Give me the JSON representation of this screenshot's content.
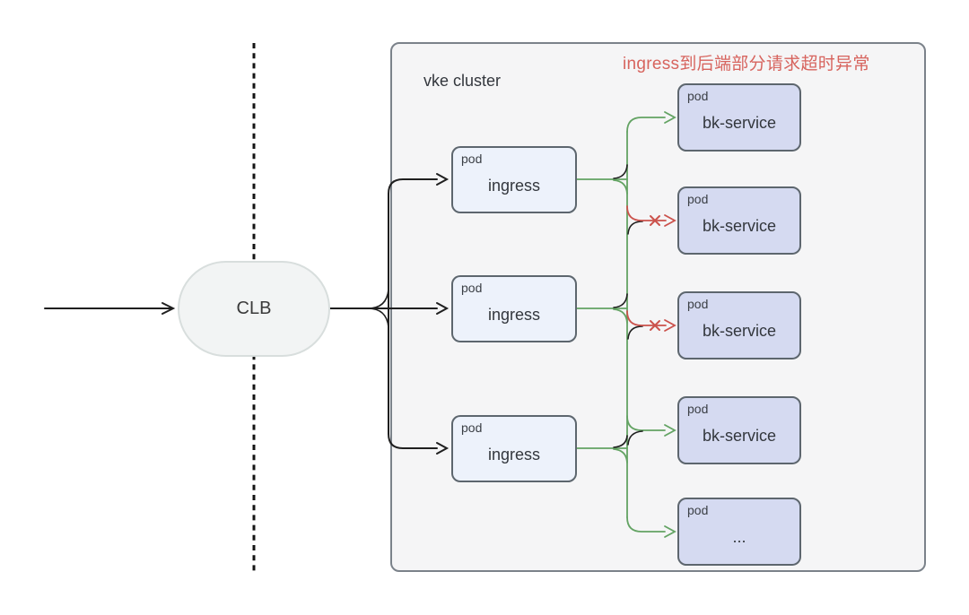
{
  "diagram": {
    "clb_label": "CLB",
    "cluster_label": "vke cluster",
    "alert_text": "ingress到后端部分请求超时异常",
    "ingress_pods": [
      {
        "tag": "pod",
        "label": "ingress"
      },
      {
        "tag": "pod",
        "label": "ingress"
      },
      {
        "tag": "pod",
        "label": "ingress"
      }
    ],
    "backend_pods": [
      {
        "tag": "pod",
        "label": "bk-service",
        "status": "ok"
      },
      {
        "tag": "pod",
        "label": "bk-service",
        "status": "fail"
      },
      {
        "tag": "pod",
        "label": "bk-service",
        "status": "fail"
      },
      {
        "tag": "pod",
        "label": "bk-service",
        "status": "ok"
      },
      {
        "tag": "pod",
        "label": "...",
        "status": "ok"
      }
    ]
  },
  "colors": {
    "edge_ok": "#63a363",
    "edge_fail": "#cb524c",
    "edge_neutral": "#1f1f1f",
    "alert_text": "#d7645e",
    "cluster_fill": "#f5f5f6",
    "cluster_border": "#7b828a",
    "ingress_fill": "#edf2fb",
    "backend_fill": "#d5daf1",
    "pod_border": "#5d666e",
    "clb_fill": "#f2f4f4",
    "clb_border": "#d8dedd",
    "text": "#33373d"
  }
}
